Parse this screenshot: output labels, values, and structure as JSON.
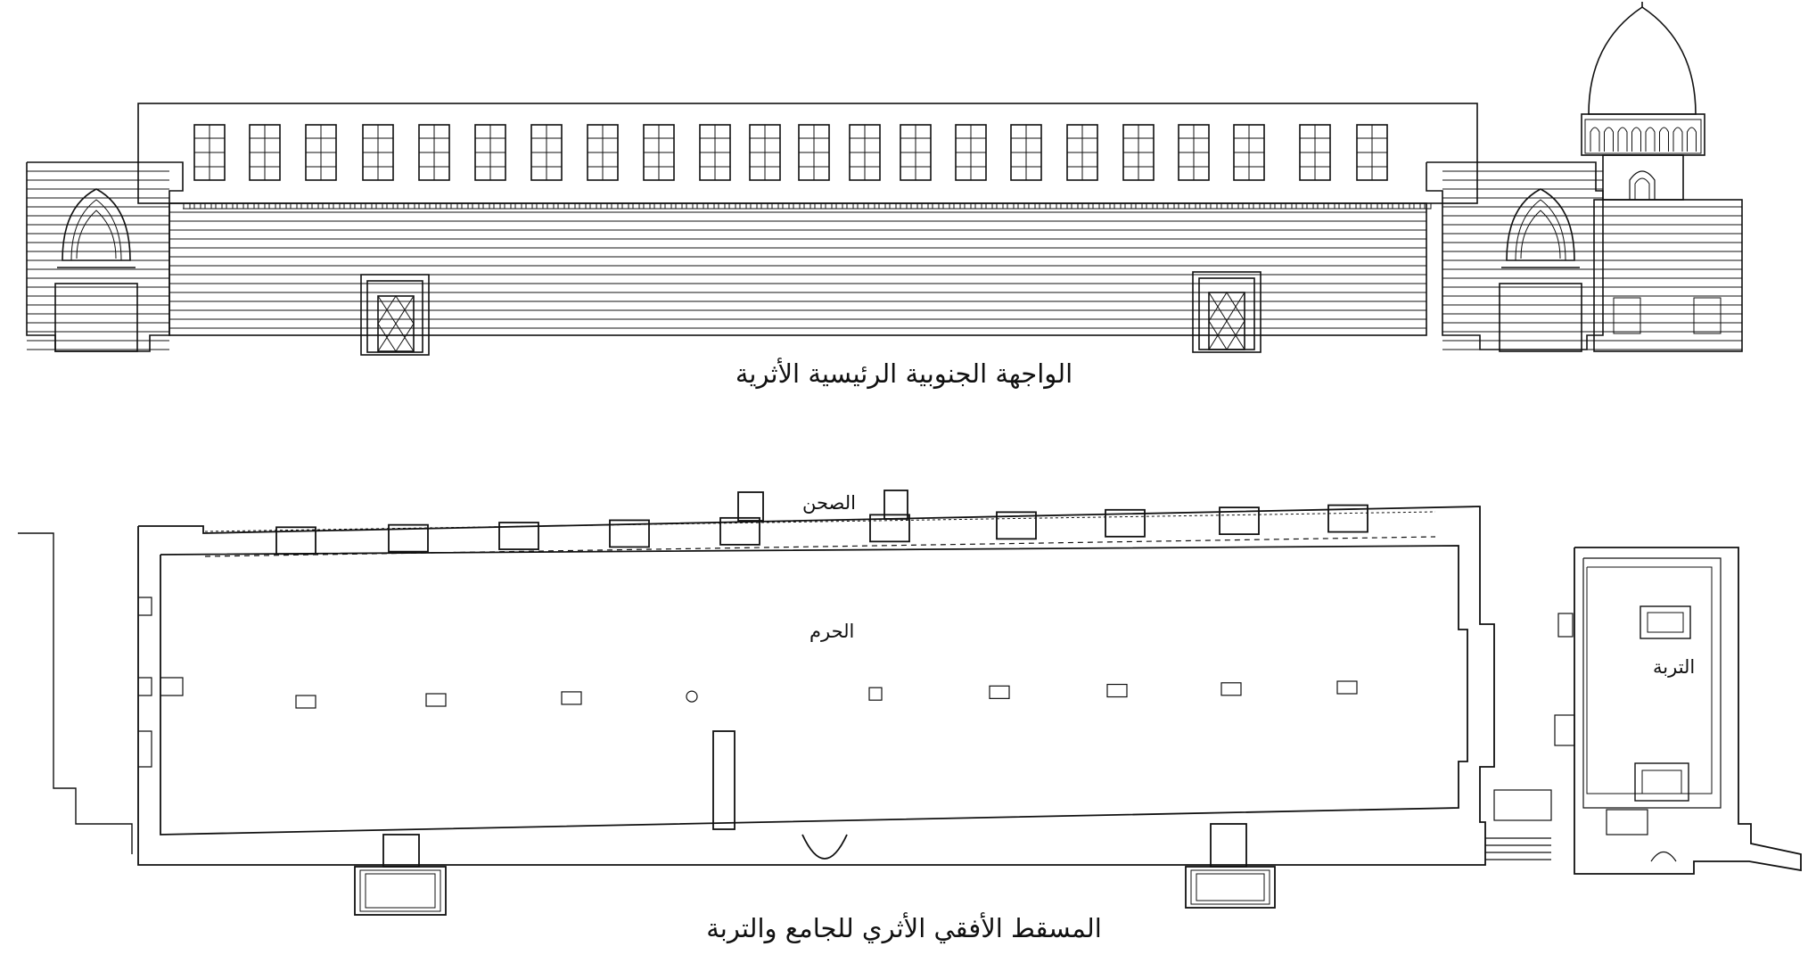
{
  "elevation": {
    "title": "الواجهة الجنوبية الرئيسية الأثرية"
  },
  "plan": {
    "title": "المسقط الأفقي الأثري للجامع والتربة",
    "labels": {
      "courtyard": "الصحن",
      "sanctuary": "الحرم",
      "tomb": "التربة"
    }
  },
  "colors": {
    "line": "#111111",
    "background": "#ffffff"
  }
}
